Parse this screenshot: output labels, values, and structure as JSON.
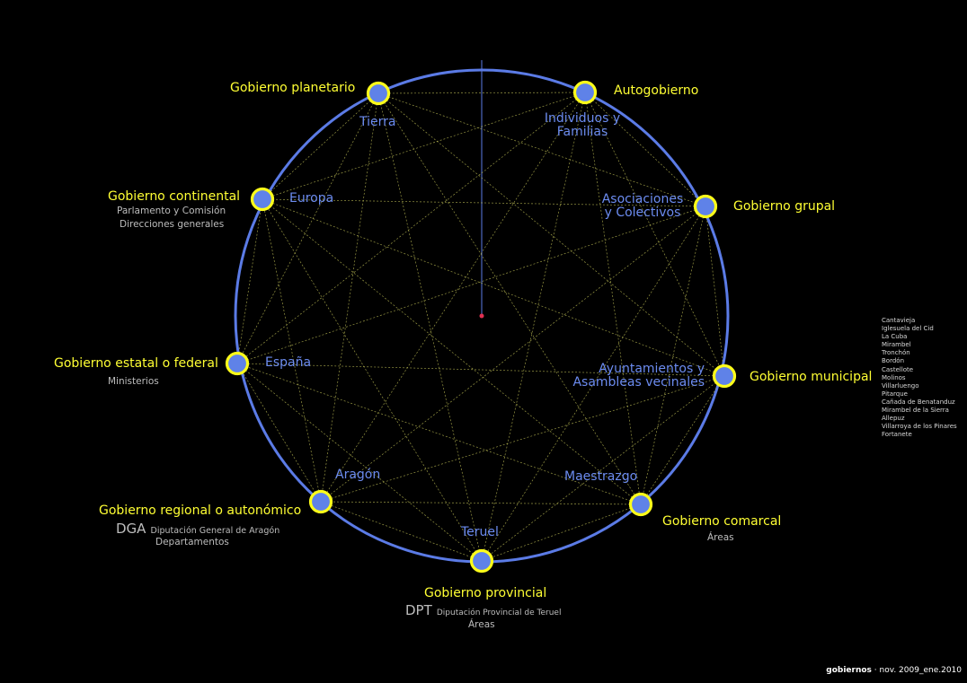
{
  "colors": {
    "background": "#000000",
    "circle": "#5b7be6",
    "node_fill": "#5f82e8",
    "node_stroke": "#ffff1a",
    "gov_label": "#ffff33",
    "place_label": "#6c8cf0",
    "connector": "#c8c85a",
    "center": "#e03050"
  },
  "nodes": [
    {
      "id": "planetario",
      "gov": "Gobierno planetario",
      "place": "Tierra"
    },
    {
      "id": "auto",
      "gov": "Autogobierno",
      "place": "Individuos y Familias"
    },
    {
      "id": "grupal",
      "gov": "Gobierno grupal",
      "place": "Asociaciones y Colectivos"
    },
    {
      "id": "municipal",
      "gov": "Gobierno municipal",
      "place": "Ayuntamientos y Asambleas vecinales"
    },
    {
      "id": "comarcal",
      "gov": "Gobierno comarcal",
      "place": "Maestrazgo",
      "sub": "Áreas"
    },
    {
      "id": "provincial",
      "gov": "Gobierno provincial",
      "place": "Teruel",
      "abbr": "DPT",
      "abbr_full": "Diputación Provincial de Teruel",
      "sub": "Áreas"
    },
    {
      "id": "regional",
      "gov": "Gobierno regional o autonómico",
      "place": "Aragón",
      "abbr": "DGA",
      "abbr_full": "Diputación General de Aragón",
      "sub": "Departamentos"
    },
    {
      "id": "estatal",
      "gov": "Gobierno estatal o federal",
      "place": "España",
      "sub": "Ministerios"
    },
    {
      "id": "continental",
      "gov": "Gobierno continental",
      "place": "Europa",
      "sub": "Parlamento y Comisión",
      "sub2": "Direcciones generales"
    }
  ],
  "place_lines": {
    "auto": [
      "Individuos y",
      "Familias"
    ],
    "grupal": [
      "Asociaciones",
      "y Colectivos"
    ],
    "municipal": [
      "Ayuntamientos y",
      "Asambleas vecinales"
    ]
  },
  "municipios": [
    "Cantavieja",
    "Iglesuela del Cid",
    "La Cuba",
    "Mirambel",
    "Tronchón",
    "Bordón",
    "Castellote",
    "Molinos",
    "Villarluengo",
    "Pitarque",
    "Cañada de Benatanduz",
    "Mirambel de la Sierra",
    "Allepuz",
    "Villarroya de los Pinares",
    "Fortanete"
  ],
  "footer": {
    "bold": "gobiernos",
    "rest": " · nov. 2009_ene.2010"
  }
}
